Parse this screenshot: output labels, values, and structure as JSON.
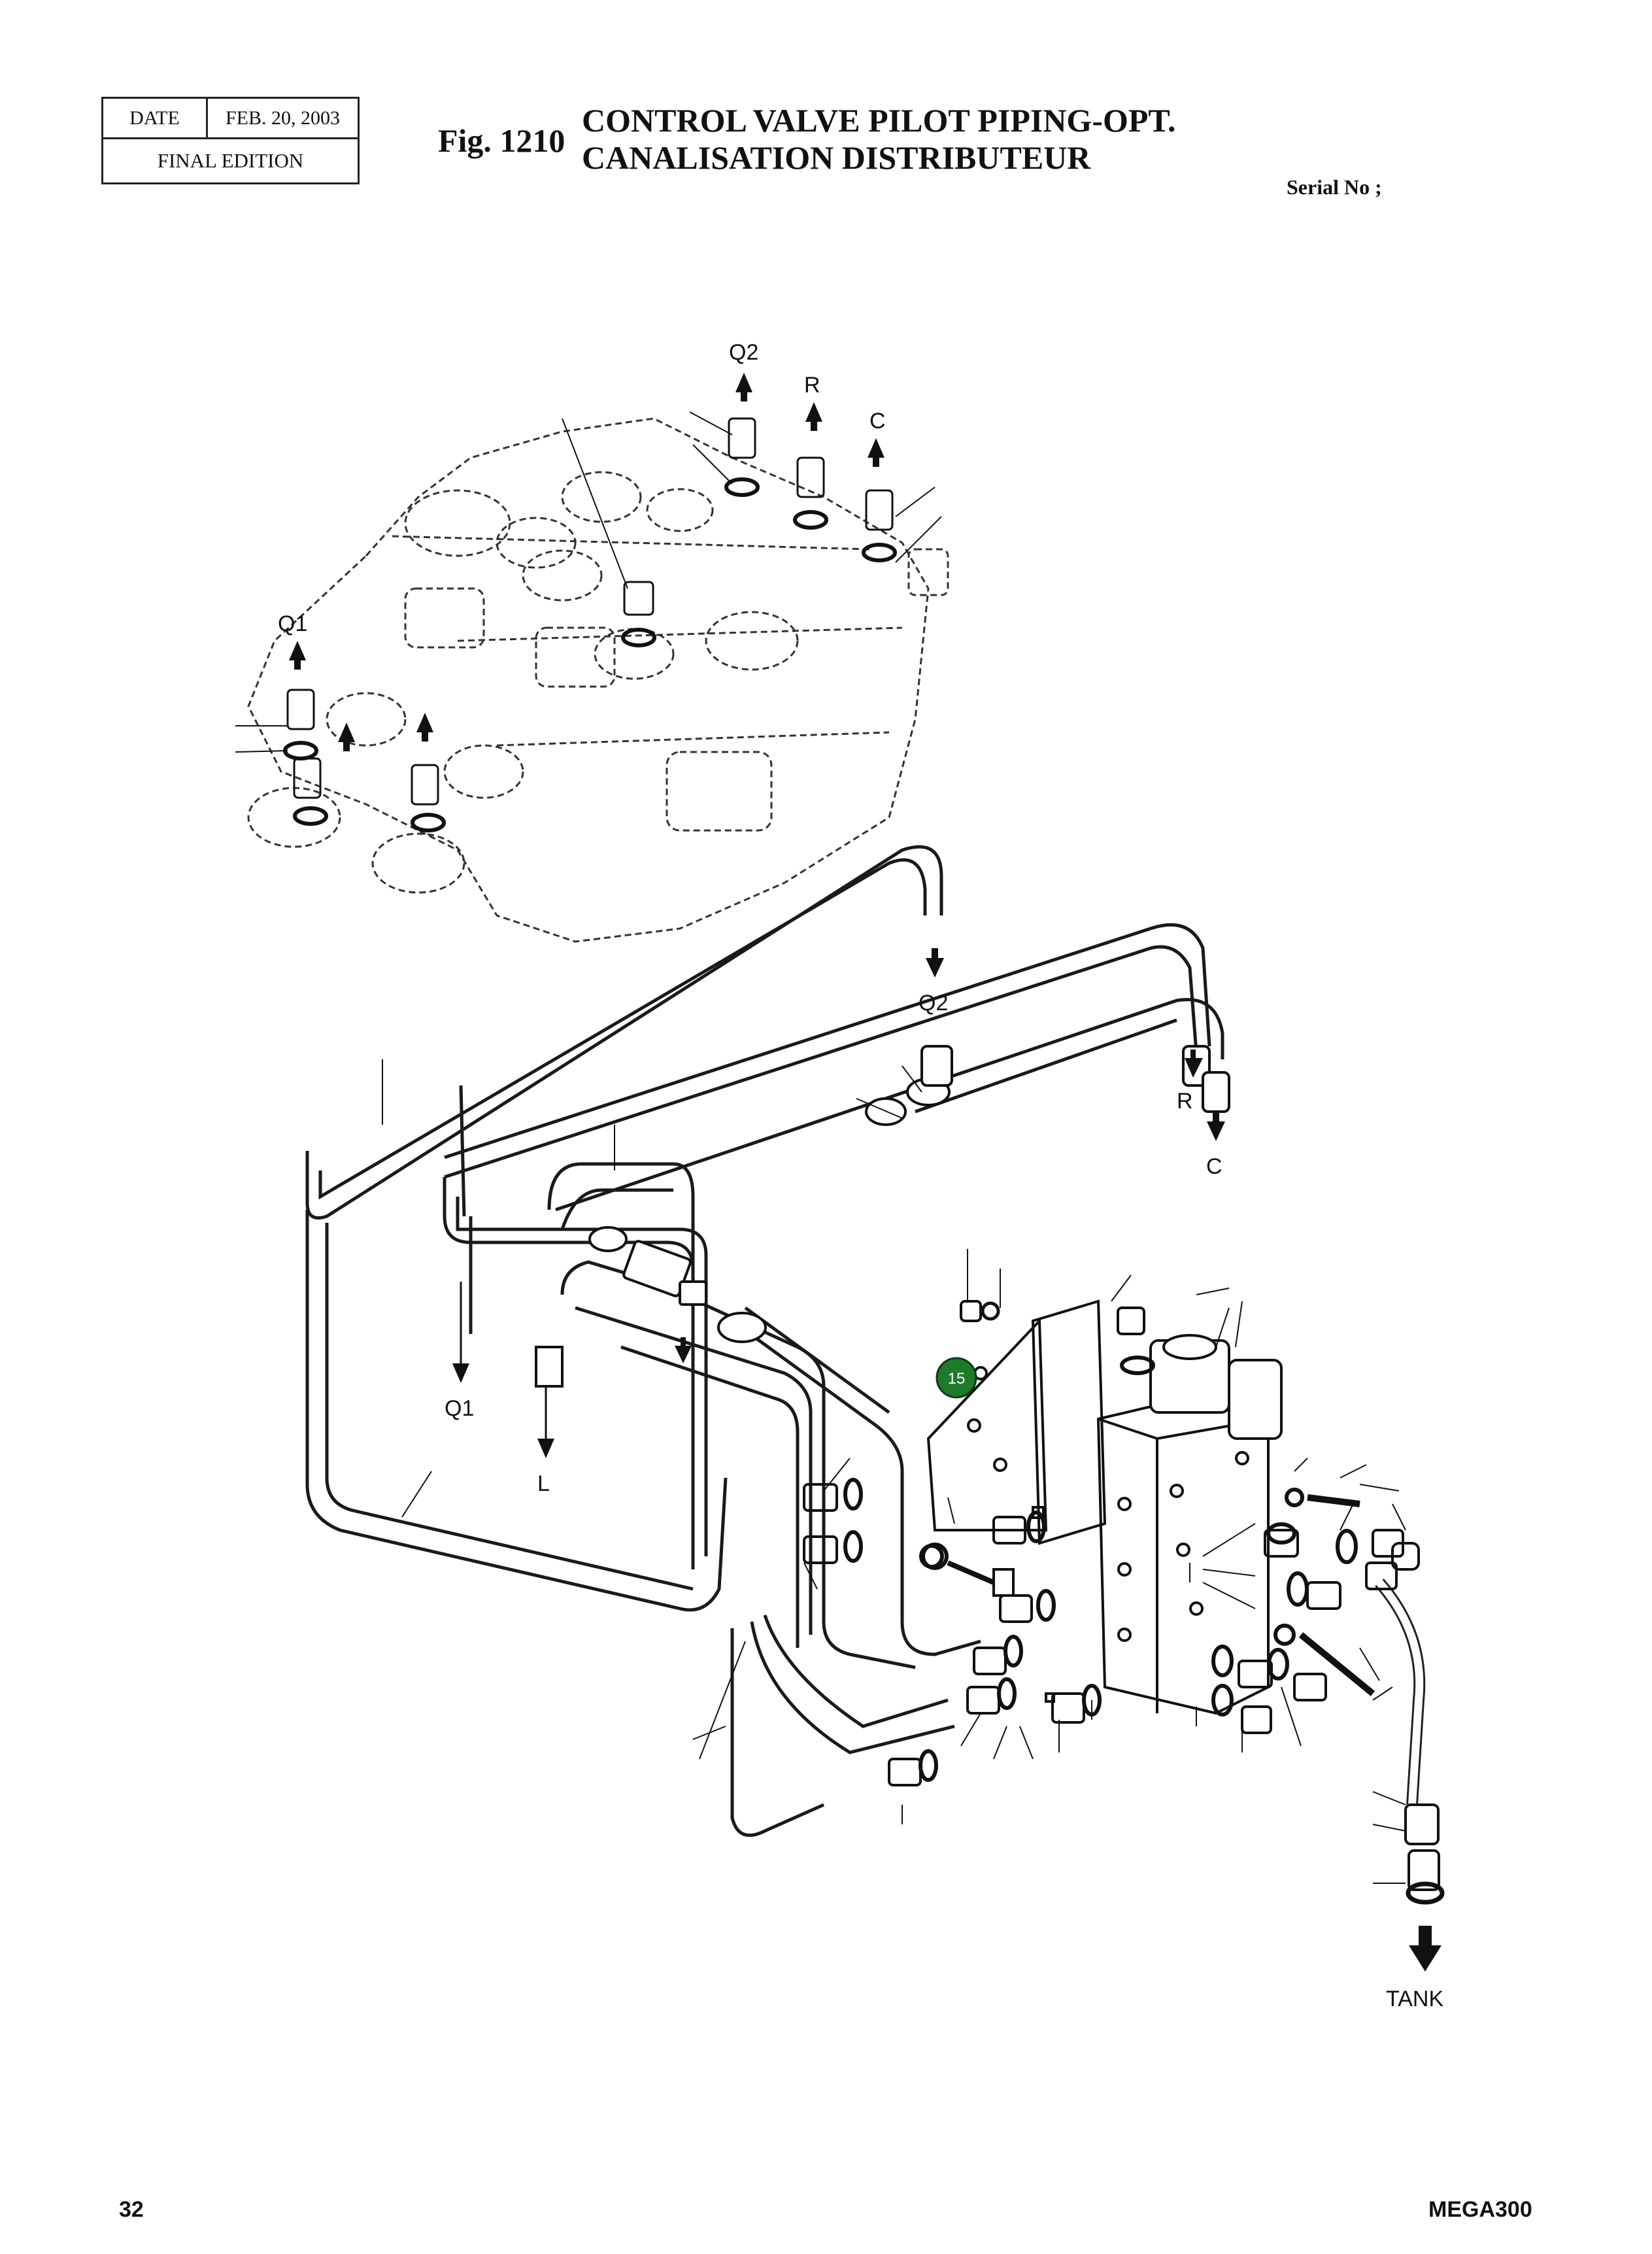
{
  "header": {
    "date_label": "DATE",
    "date_value": "FEB. 20, 2003",
    "edition": "FINAL EDITION",
    "fig_number": "Fig. 1210",
    "title_en": "CONTROL VALVE PILOT PIPING-OPT.",
    "title_fr": "CANALISATION DISTRIBUTEUR",
    "serial": "Serial No ;"
  },
  "diagram": {
    "ports": {
      "q2_top": "Q2",
      "r_top": "R",
      "c_top": "C",
      "q1_top": "Q1",
      "q2_mid": "Q2",
      "r_mid": "R",
      "c_mid": "C",
      "q1_low": "Q1",
      "l_low": "L",
      "tank": "TANK"
    },
    "callout": {
      "label": "15",
      "color": "#1f7a2a"
    },
    "line_color": "#1a1a1a"
  },
  "footer": {
    "page_number": "32",
    "model": "MEGA300"
  }
}
